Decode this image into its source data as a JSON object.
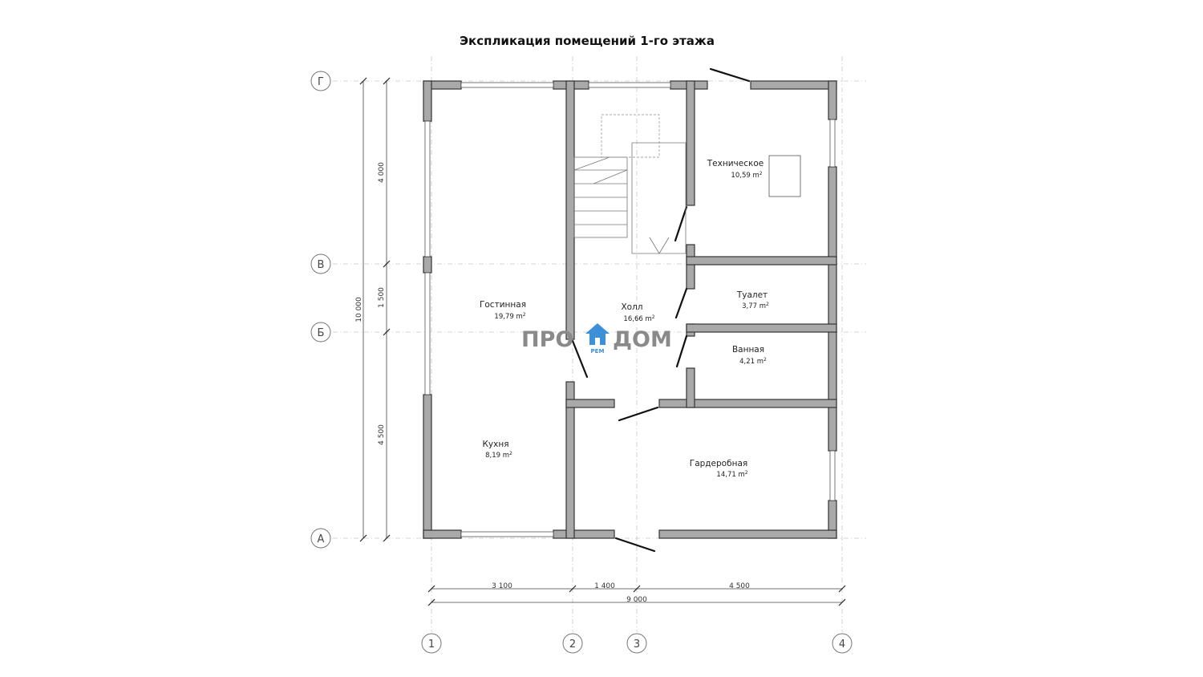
{
  "title": "Экспликация помещений 1-го этажа",
  "rooms": [
    {
      "name": "Техническое",
      "area": "10,59 m",
      "sup": "2"
    },
    {
      "name": "Гостинная",
      "area": "19,79 m",
      "sup": "2"
    },
    {
      "name": "Холл",
      "area": "16,66 m",
      "sup": "2"
    },
    {
      "name": "Туалет",
      "area": "3,77 m",
      "sup": "2"
    },
    {
      "name": "Ванная",
      "area": "4,21 m",
      "sup": "2"
    },
    {
      "name": "Кухня",
      "area": "8,19 m",
      "sup": "2"
    },
    {
      "name": "Гардеробная",
      "area": "14,71 m",
      "sup": "2"
    }
  ],
  "axes": {
    "rows": [
      "Г",
      "В",
      "Б",
      "А"
    ],
    "cols": [
      "1",
      "2",
      "3",
      "4"
    ]
  },
  "dimensions": {
    "vertical": [
      "4 000",
      "1 500",
      "4 500"
    ],
    "vertical_total": "10 000",
    "horizontal": [
      "3 100",
      "1 400",
      "4 500"
    ],
    "horizontal_total": "9 000"
  },
  "logo": {
    "left": "ПРО",
    "right": "ДОМ",
    "sub": "РЕМ",
    "house_color": "#3d8fd6"
  },
  "colors": {
    "wall": "#a9a9a9",
    "grid": "#c8c8c8"
  }
}
